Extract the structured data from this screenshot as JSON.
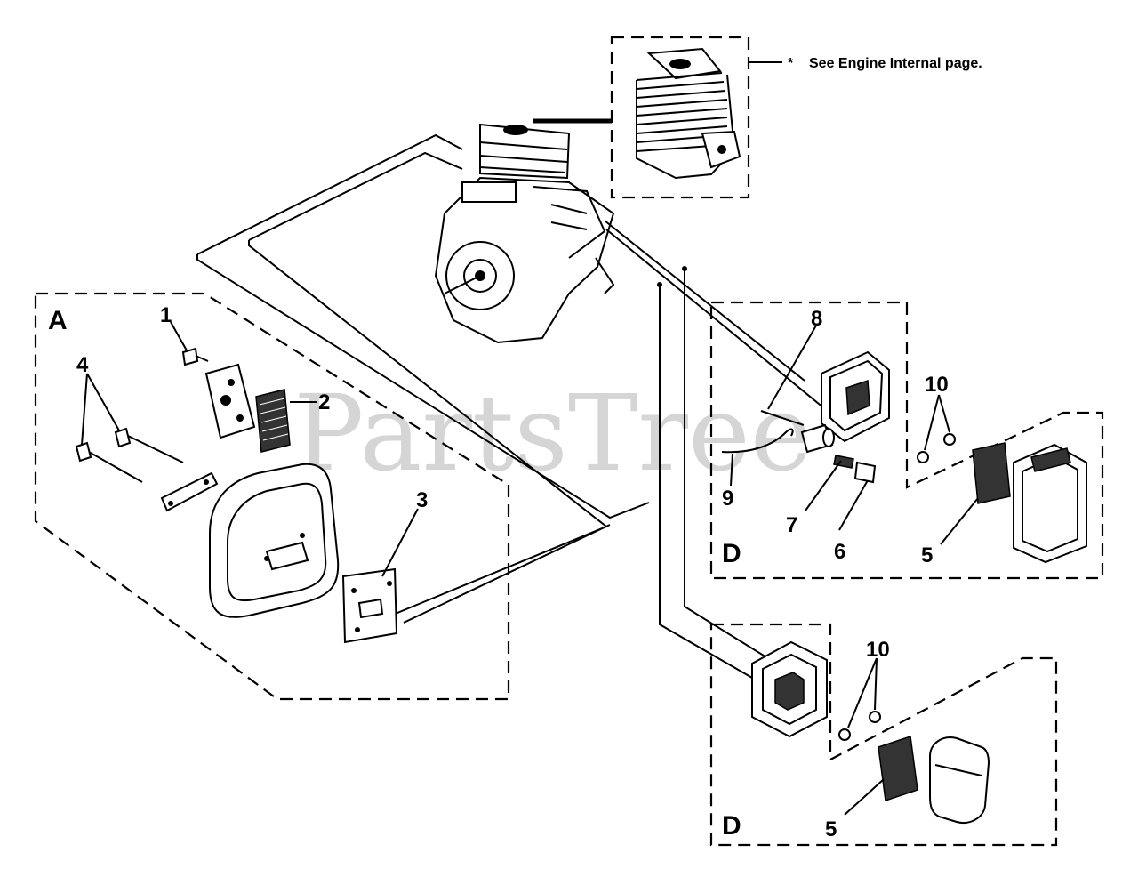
{
  "note": {
    "asterisk": "*",
    "text": "See Engine Internal page."
  },
  "watermark": "PartsTree",
  "groups": {
    "a": "A",
    "d_upper": "D",
    "d_lower": "D"
  },
  "callouts": {
    "c1": "1",
    "c2": "2",
    "c3": "3",
    "c4": "4",
    "c5_upper": "5",
    "c6": "6",
    "c7": "7",
    "c8": "8",
    "c9": "9",
    "c10_upper": "10",
    "c10_lower": "10",
    "c5_lower": "5"
  }
}
